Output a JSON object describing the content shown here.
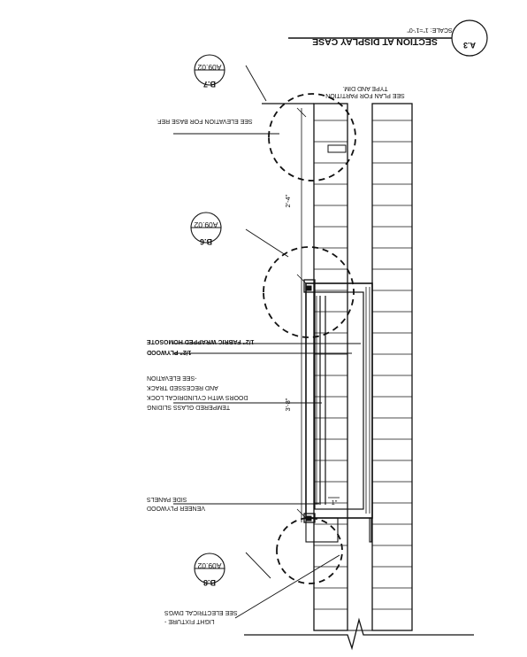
{
  "title_block": {
    "number": "A.3",
    "title": "SECTION AT DISPLAY CASE",
    "scale": "SCALE: 1\"=1'-0\""
  },
  "notes": {
    "partition": [
      "SEE PLAN FOR PARTITION",
      "TYPE AND DIM."
    ],
    "base": "SEE ELEVATION FOR BASE REF.",
    "homosote": "1/2\" FABRIC WRAPPED HOMOSOTE",
    "plywood": "1/2\" PLYWOOD",
    "glass": [
      "TEMPERED GLASS SLIDING",
      "DOORS WITH CYLINDRICAL LOCK",
      "AND RECESSED TRACK",
      "-SEE ELEVATION"
    ],
    "veneer": [
      "VENEER PLYWOOD",
      "SIDE PANELS"
    ],
    "light": [
      "LIGHT FIXTURE -",
      "SEE ELECTRICAL DWGS"
    ]
  },
  "dimensions": {
    "upper": "2'-4\"",
    "lower": "3'-8\"",
    "small": "1\""
  },
  "detail_tags": [
    {
      "id": "B.7",
      "sheet": "A09.02"
    },
    {
      "id": "B.6",
      "sheet": "A09.02"
    },
    {
      "id": "B.8",
      "sheet": "A09.02"
    }
  ]
}
